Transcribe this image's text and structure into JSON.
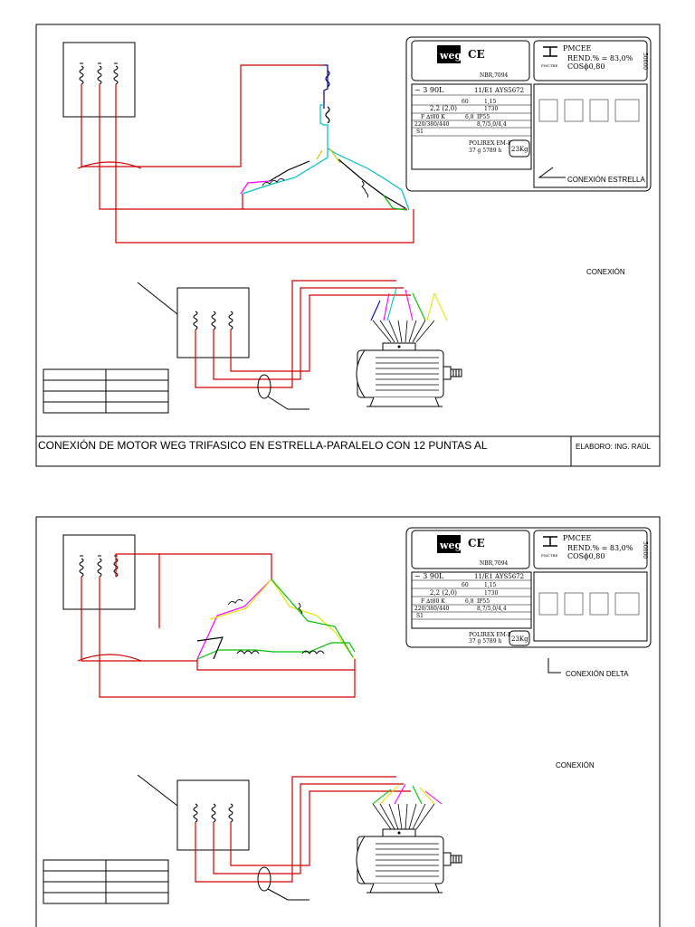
{
  "sheets": [
    {
      "label_connection_type": "CONEXIÓN ESTRELLA",
      "label_connection": "CONEXIÓN",
      "title_text": "CONEXIÓN DE MOTOR WEG TRIFASICO EN ESTRELLA-PARALELO CON 12 PUNTAS AL",
      "author_text": "ELABORO: ING. RAÚL"
    },
    {
      "label_connection_type": "CONEXIÓN DELTA",
      "label_connection": "CONEXIÓN"
    }
  ],
  "nameplate": {
    "brand": "weg",
    "ce": "CE",
    "pmcee": "PMCEE",
    "rend": "REND.% = 83,0%",
    "cos": "COSϕ0,80",
    "pmctre": "PMCTRE",
    "nbr": "NBR,7094",
    "phases": "~ 3  90L",
    "date": "11/E1  AYS5672",
    "hz": "60",
    "sf_label": "1,15",
    "kw": "2,2 (2,0)",
    "rpm": "1730",
    "ins": "F  ∆t80  K",
    "ip": "IP55",
    "ip_ratio": "6,8",
    "volts": "220/380/440",
    "amps": "8,7/5,0/4,4",
    "duty": "S1",
    "bearing": "POLIREX EM-ESSO",
    "grease": "37 g  5789 h",
    "weight": "23Kg",
    "side_code": "50000"
  }
}
